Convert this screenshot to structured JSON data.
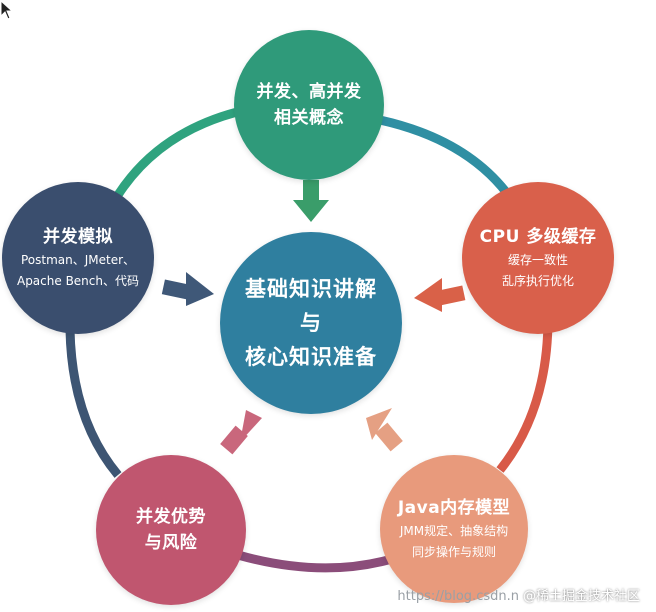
{
  "colors": {
    "ring_top_right": "#2f8fa3",
    "ring_right": "#d85a48",
    "ring_bottom": "#8b4d7a",
    "ring_left": "#3d5573",
    "ring_top_left": "#2fa37f",
    "top_node": "#2f9a7a",
    "right_node": "#d9604b",
    "bottom_right_node": "#e89a7c",
    "bottom_left_node": "#c0566f",
    "left_node": "#3a4e6e",
    "center_node": "#2f7f9f",
    "arrow_top": "#3a9d6a",
    "arrow_right": "#d96148",
    "arrow_bottom_right": "#e5a083",
    "arrow_bottom_left": "#c9677c",
    "arrow_left": "#3f5878"
  },
  "center": {
    "line1": "基础知识讲解",
    "line2": "与",
    "line3": "核心知识准备"
  },
  "nodes": {
    "top": {
      "title1": "并发、高并发",
      "title2": "相关概念"
    },
    "right": {
      "title": "CPU 多级缓存",
      "sub1": "缓存一致性",
      "sub2": "乱序执行优化"
    },
    "bottom_right": {
      "title": "Java内存模型",
      "sub1": "JMM规定、抽象结构",
      "sub2": "同步操作与规则"
    },
    "bottom_left": {
      "title1": "并发优势",
      "title2": "与风险"
    },
    "left": {
      "title": "并发模拟",
      "sub1": "Postman、JMeter、",
      "sub2": "Apache Bench、代码"
    }
  },
  "watermark": {
    "url": "https://blog.csdn.n",
    "brand": "@稀土掘金技术社区"
  },
  "icons": {
    "cursor": "mouse-pointer-icon"
  }
}
